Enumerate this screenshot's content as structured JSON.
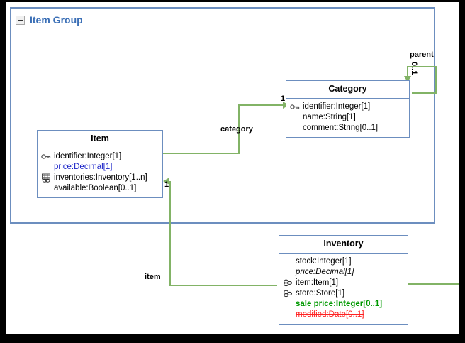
{
  "package": {
    "title": "Item Group",
    "collapse_icon": "minus-box-icon",
    "border_color": "#6c8ebf"
  },
  "colors": {
    "class_border": "#6c8ebf",
    "association": "#82b366",
    "package_title": "#3b6fb6",
    "attr_blue": "#1a23c8",
    "attr_green": "#009900",
    "attr_red": "#ff2222"
  },
  "classes": [
    {
      "name": "Item",
      "attributes": [
        {
          "text": "identifier:Integer[1]",
          "icon": "key-icon",
          "style": "plain"
        },
        {
          "text": "price:Decimal[1]",
          "icon": "",
          "style": "blue"
        },
        {
          "text": "inventories:Inventory[1..n]",
          "icon": "table-link-icon",
          "style": "plain"
        },
        {
          "text": "available:Boolean[0..1]",
          "icon": "",
          "style": "plain"
        }
      ]
    },
    {
      "name": "Category",
      "attributes": [
        {
          "text": "identifier:Integer[1]",
          "icon": "key-icon",
          "style": "plain"
        },
        {
          "text": "name:String[1]",
          "icon": "",
          "style": "plain"
        },
        {
          "text": "comment:String[0..1]",
          "icon": "",
          "style": "plain"
        }
      ]
    },
    {
      "name": "Inventory",
      "attributes": [
        {
          "text": "stock:Integer[1]",
          "icon": "",
          "style": "plain"
        },
        {
          "text": "price:Decimal[1]",
          "icon": "",
          "style": "italic"
        },
        {
          "text": "item:Item[1]",
          "icon": "link-icon",
          "style": "plain"
        },
        {
          "text": "store:Store[1]",
          "icon": "link-icon",
          "style": "plain"
        },
        {
          "text": "sale price:Integer[0..1]",
          "icon": "",
          "style": "green"
        },
        {
          "text": "modified:Date[0..1]",
          "icon": "",
          "style": "red"
        }
      ]
    }
  ],
  "associations": [
    {
      "label": "category",
      "multiplicity": "1"
    },
    {
      "label": "parent",
      "multiplicity": "0..1"
    },
    {
      "label": "item",
      "multiplicity": "1"
    }
  ]
}
